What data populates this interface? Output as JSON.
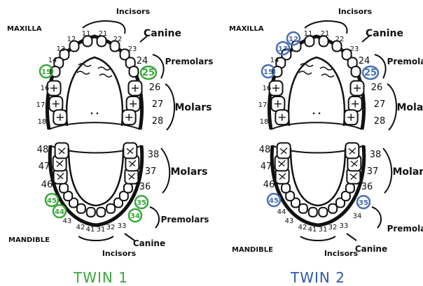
{
  "colors": {
    "ink": "#111111",
    "twin1_highlight": "#3aa83a",
    "twin2_highlight": "#4a6fb5",
    "twin1_title": "#3aa83a",
    "twin2_title": "#2e5aa6"
  },
  "labels": {
    "maxilla": "MAXILLA",
    "mandible": "MANDIBLE",
    "incisors": "Incisors",
    "canine": "Canine",
    "premolars": "Premolars",
    "molars": "Molars"
  },
  "twins": [
    {
      "title": "TWIN 1",
      "highlight": [
        "15",
        "25",
        "35",
        "34",
        "44",
        "45"
      ]
    },
    {
      "title": "TWIN 2",
      "highlight": [
        "12",
        "13",
        "15",
        "25",
        "35",
        "45"
      ]
    }
  ],
  "upper_right_teeth": [
    "11",
    "12",
    "13",
    "14",
    "15",
    "16",
    "17",
    "18"
  ],
  "upper_left_teeth": [
    "21",
    "22",
    "23",
    "24",
    "25",
    "26",
    "27",
    "28"
  ],
  "lower_left_teeth": [
    "31",
    "32",
    "33",
    "34",
    "35",
    "36",
    "37",
    "38"
  ],
  "lower_right_teeth": [
    "41",
    "42",
    "43",
    "44",
    "45",
    "46",
    "47",
    "48"
  ]
}
